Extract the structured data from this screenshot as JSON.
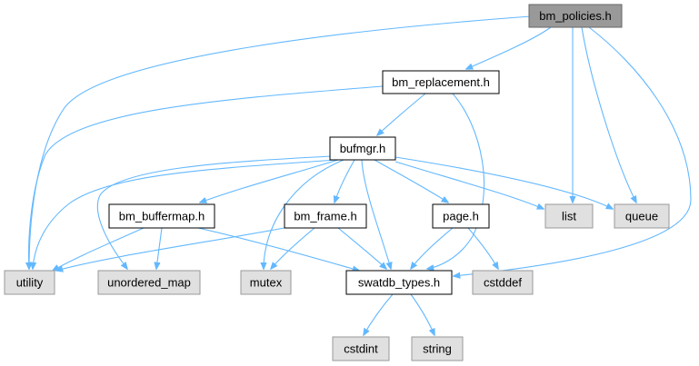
{
  "colors": {
    "edge": "#63b8ff",
    "root_fill": "#999999",
    "root_stroke": "#666666",
    "local_fill": "#ffffff",
    "local_stroke": "#000000",
    "system_fill": "#e0e0e0",
    "system_stroke": "#999999"
  },
  "nodes": [
    {
      "id": "bm_policies",
      "label": "bm_policies.h",
      "kind": "root"
    },
    {
      "id": "bm_replacement",
      "label": "bm_replacement.h",
      "kind": "local"
    },
    {
      "id": "bufmgr",
      "label": "bufmgr.h",
      "kind": "local"
    },
    {
      "id": "bm_buffermap",
      "label": "bm_buffermap.h",
      "kind": "local"
    },
    {
      "id": "bm_frame",
      "label": "bm_frame.h",
      "kind": "local"
    },
    {
      "id": "page",
      "label": "page.h",
      "kind": "local"
    },
    {
      "id": "list",
      "label": "list",
      "kind": "system"
    },
    {
      "id": "queue",
      "label": "queue",
      "kind": "system"
    },
    {
      "id": "utility",
      "label": "utility",
      "kind": "system"
    },
    {
      "id": "unordered_map",
      "label": "unordered_map",
      "kind": "system"
    },
    {
      "id": "mutex",
      "label": "mutex",
      "kind": "system"
    },
    {
      "id": "swatdb_types",
      "label": "swatdb_types.h",
      "kind": "local"
    },
    {
      "id": "cstddef",
      "label": "cstddef",
      "kind": "system"
    },
    {
      "id": "cstdint",
      "label": "cstdint",
      "kind": "system"
    },
    {
      "id": "string",
      "label": "string",
      "kind": "system"
    }
  ],
  "edges": [
    {
      "from": "bm_policies",
      "to": "bm_replacement"
    },
    {
      "from": "bm_policies",
      "to": "utility"
    },
    {
      "from": "bm_policies",
      "to": "list"
    },
    {
      "from": "bm_policies",
      "to": "queue"
    },
    {
      "from": "bm_policies",
      "to": "swatdb_types"
    },
    {
      "from": "bm_replacement",
      "to": "bufmgr"
    },
    {
      "from": "bm_replacement",
      "to": "utility"
    },
    {
      "from": "bm_replacement",
      "to": "swatdb_types"
    },
    {
      "from": "bufmgr",
      "to": "bm_buffermap"
    },
    {
      "from": "bufmgr",
      "to": "bm_frame"
    },
    {
      "from": "bufmgr",
      "to": "page"
    },
    {
      "from": "bufmgr",
      "to": "list"
    },
    {
      "from": "bufmgr",
      "to": "queue"
    },
    {
      "from": "bufmgr",
      "to": "utility"
    },
    {
      "from": "bufmgr",
      "to": "unordered_map"
    },
    {
      "from": "bufmgr",
      "to": "mutex"
    },
    {
      "from": "bufmgr",
      "to": "swatdb_types"
    },
    {
      "from": "bm_buffermap",
      "to": "utility"
    },
    {
      "from": "bm_buffermap",
      "to": "unordered_map"
    },
    {
      "from": "bm_buffermap",
      "to": "swatdb_types"
    },
    {
      "from": "bm_frame",
      "to": "utility"
    },
    {
      "from": "bm_frame",
      "to": "mutex"
    },
    {
      "from": "bm_frame",
      "to": "swatdb_types"
    },
    {
      "from": "page",
      "to": "swatdb_types"
    },
    {
      "from": "page",
      "to": "cstddef"
    },
    {
      "from": "swatdb_types",
      "to": "cstdint"
    },
    {
      "from": "swatdb_types",
      "to": "string"
    }
  ]
}
